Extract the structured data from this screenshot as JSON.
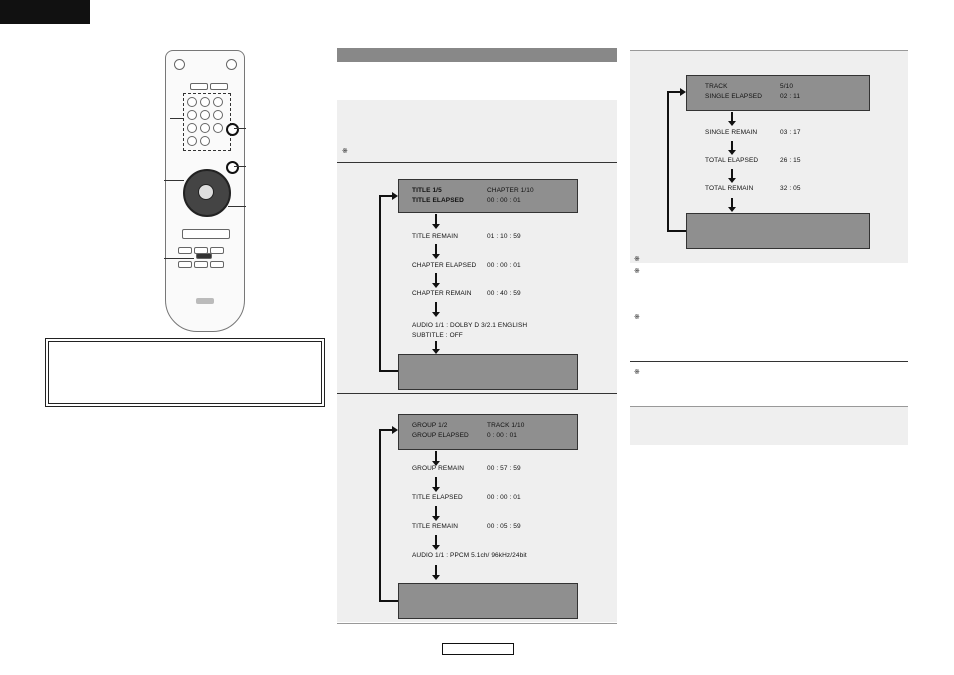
{
  "marks": {
    "note": "※"
  },
  "dvd_title": {
    "start": [
      {
        "label": "TITLE 1/5",
        "value": "CHAPTER 1/10"
      },
      {
        "label": "TITLE ELAPSED",
        "value": "00 : 00 : 01"
      }
    ],
    "steps": [
      {
        "label": "TITLE REMAIN",
        "value": "01 : 10 : 59"
      },
      {
        "label": "CHAPTER ELAPSED",
        "value": "00 : 00 : 01"
      },
      {
        "label": "CHAPTER REMAIN",
        "value": "00 : 40 : 59"
      }
    ],
    "audio_line": "AUDIO 1/1 : DOLBY D 3/2.1 ENGLISH",
    "subtitle_line": "SUBTITLE : OFF"
  },
  "dvd_audio": {
    "start": [
      {
        "label": "GROUP 1/2",
        "value": "TRACK 1/10"
      },
      {
        "label": "GROUP ELAPSED",
        "value": "0 : 00 : 01"
      }
    ],
    "steps": [
      {
        "label": "GROUP REMAIN",
        "value": "00 : 57 : 59"
      },
      {
        "label": "TITLE ELAPSED",
        "value": "00 : 00 : 01"
      },
      {
        "label": "TITLE REMAIN",
        "value": "00 : 05 : 59"
      }
    ],
    "audio_line": "AUDIO 1/1 : PPCM 5.1ch/ 96kHz/24bit"
  },
  "cd": {
    "start": [
      {
        "label": "TRACK",
        "value": "5/10"
      },
      {
        "label": "SINGLE ELAPSED",
        "value": "02 : 11"
      }
    ],
    "steps": [
      {
        "label": "SINGLE REMAIN",
        "value": "03 : 17"
      },
      {
        "label": "TOTAL ELAPSED",
        "value": "26 : 15"
      },
      {
        "label": "TOTAL REMAIN",
        "value": "32 : 05"
      }
    ]
  }
}
